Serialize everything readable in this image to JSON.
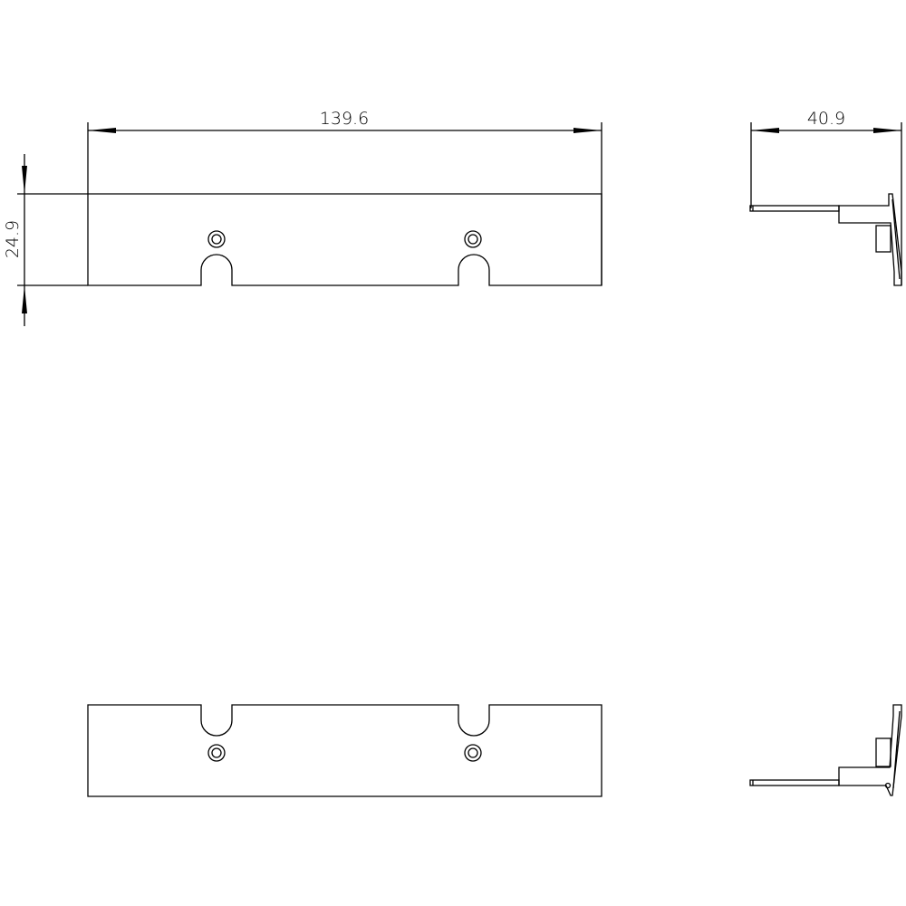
{
  "drawing": {
    "dimensions": {
      "width": "139.6",
      "height": "24.9",
      "depth": "40.9"
    }
  }
}
